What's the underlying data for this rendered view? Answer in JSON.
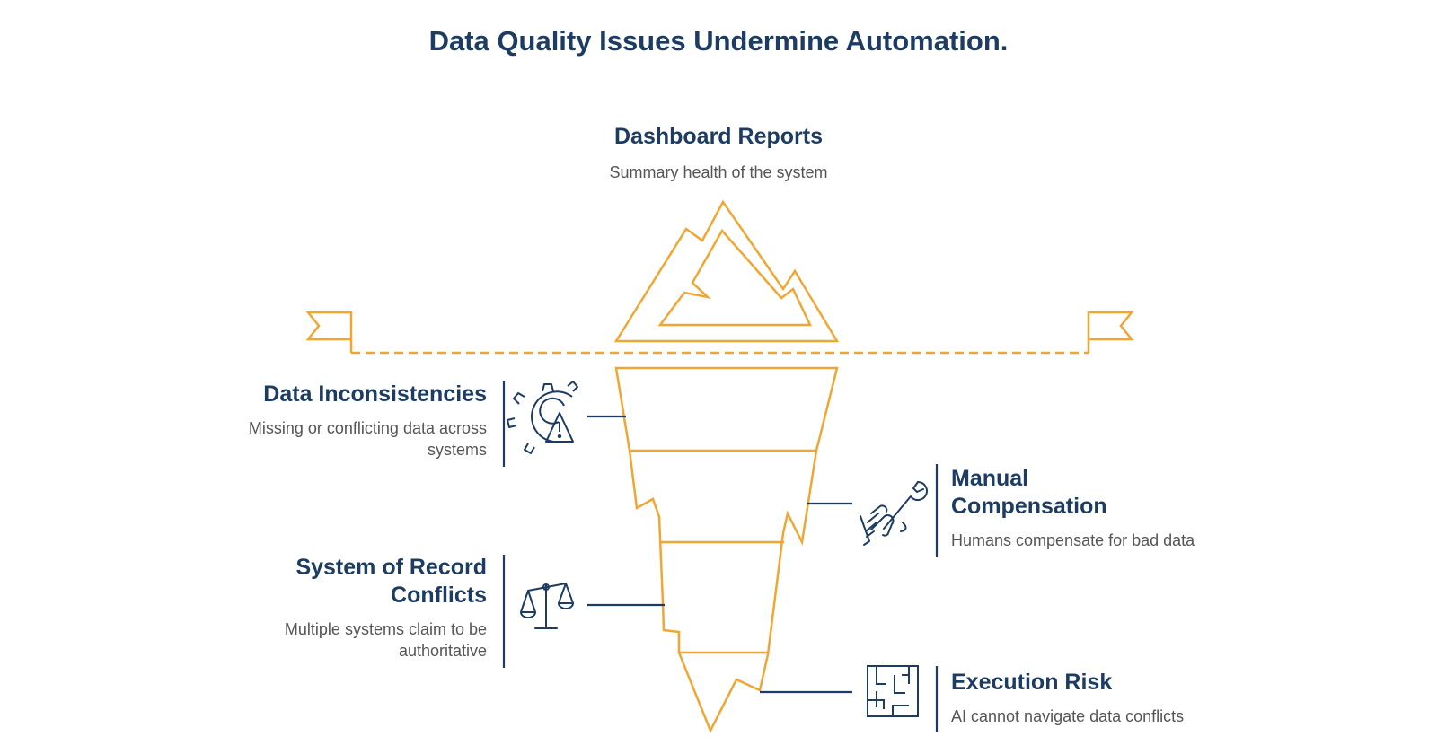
{
  "title": "Data Quality Issues Undermine Automation.",
  "top": {
    "heading": "Dashboard Reports",
    "description": "Summary health of the system"
  },
  "items": [
    {
      "heading_lines": [
        "Data Inconsistencies"
      ],
      "description_lines": [
        "Missing or conflicting data across",
        "systems"
      ],
      "icon": "gear-warning-icon"
    },
    {
      "heading_lines": [
        "Manual",
        "Compensation"
      ],
      "description_lines": [
        "Humans compensate for bad data"
      ],
      "icon": "hand-wrench-icon"
    },
    {
      "heading_lines": [
        "System of Record",
        "Conflicts"
      ],
      "description_lines": [
        "Multiple systems claim to be",
        "authoritative"
      ],
      "icon": "scales-icon"
    },
    {
      "heading_lines": [
        "Execution Risk"
      ],
      "description_lines": [
        "AI cannot navigate data conflicts"
      ],
      "icon": "maze-icon"
    }
  ],
  "colors": {
    "iceberg": "#f0a632",
    "text_dark": "#1d3c63",
    "text_body": "#555555",
    "connector": "#1d3c63"
  }
}
